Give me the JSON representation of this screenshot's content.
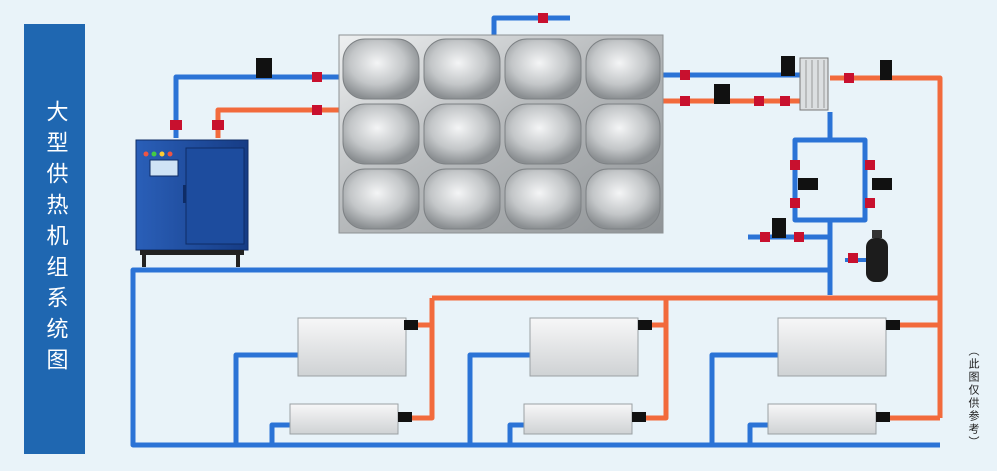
{
  "title": "大型供热机组系统图",
  "note": "（此图仅供参考）",
  "colors": {
    "background": "#e9f3f9",
    "title_panel": "#1f67b1",
    "supply_pipe": "#f26a3c",
    "return_pipe": "#2b73d6",
    "valve": "#c8102e",
    "pump": "#111111",
    "boiler": "#1e4fa8",
    "tank_steel": "#c9cbcd",
    "radiator": "#e4e6e8"
  },
  "components": {
    "boiler": "electric-heating-boiler",
    "tank": "stainless-steel-water-tank",
    "heat_exchanger": "plate-heat-exchanger",
    "expansion_tank": "expansion-tank",
    "radiators": [
      "radiator-1-upper",
      "radiator-1-lower",
      "radiator-2-upper",
      "radiator-2-lower",
      "radiator-3-upper",
      "radiator-3-lower"
    ]
  }
}
